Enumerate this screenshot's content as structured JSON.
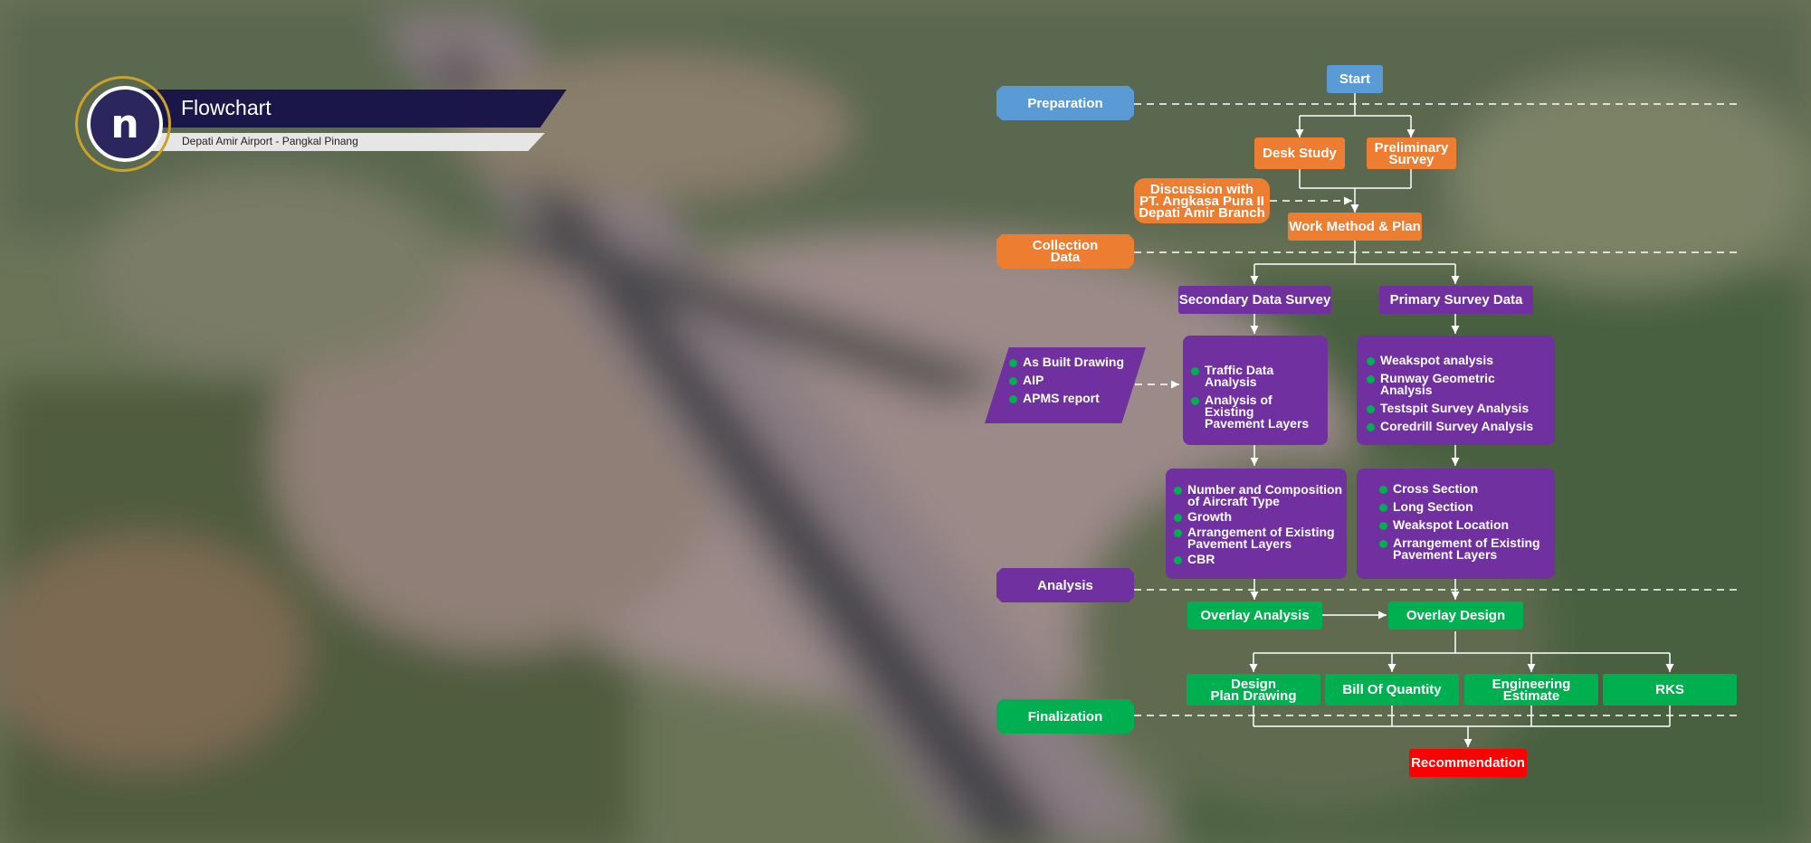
{
  "header": {
    "title": "Flowchart",
    "subtitle": "Depati Amir Airport - Pangkal Pinang",
    "logo_letter": "n"
  },
  "stages": {
    "preparation": "Preparation",
    "collection": "Collection\nData",
    "analysis": "Analysis",
    "finalization": "Finalization"
  },
  "nodes": {
    "start": "Start",
    "desk_study": "Desk Study",
    "preliminary_survey": "Preliminary\nSurvey",
    "discussion": "Discussion with\nPT. Angkasa Pura II\nDepati Amir Branch",
    "work_method": "Work Method & Plan",
    "secondary_survey": "Secondary Data Survey",
    "primary_survey": "Primary Survey Data",
    "overlay_analysis": "Overlay Analysis",
    "overlay_design": "Overlay Design",
    "design_plan": "Design\nPlan Drawing",
    "bill_of_quantity": "Bill Of Quantity",
    "engineering_estimate": "Engineering\nEstimate",
    "rks": "RKS",
    "recommendation": "Recommendation"
  },
  "input_box": {
    "items": [
      "As Built Drawing",
      "AIP",
      "APMS report"
    ]
  },
  "secondary_analysis": {
    "items": [
      "Traffic Data Analysis",
      "Analysis of Existing\nPavement Layers"
    ]
  },
  "primary_analysis": {
    "items": [
      "Weakspot analysis",
      "Runway Geometric Analysis",
      "Testspit Survey Analysis",
      "Coredrill Survey Analysis"
    ]
  },
  "secondary_results": {
    "items": [
      "Number and Composition\nof Aircraft Type",
      "Growth",
      "Arrangement of Existing\nPavement Layers",
      "CBR"
    ]
  },
  "primary_results": {
    "items": [
      "Cross Section",
      "Long Section",
      "Weakspot Location",
      "Arrangement of Existing\nPavement Layers"
    ]
  },
  "colors": {
    "blue": "#5b9bd5",
    "orange": "#ed7d31",
    "purple": "#7030a0",
    "green": "#00b050",
    "red": "#ff0000",
    "header_navy": "#1b1648",
    "logo_gold": "#c9a227"
  }
}
